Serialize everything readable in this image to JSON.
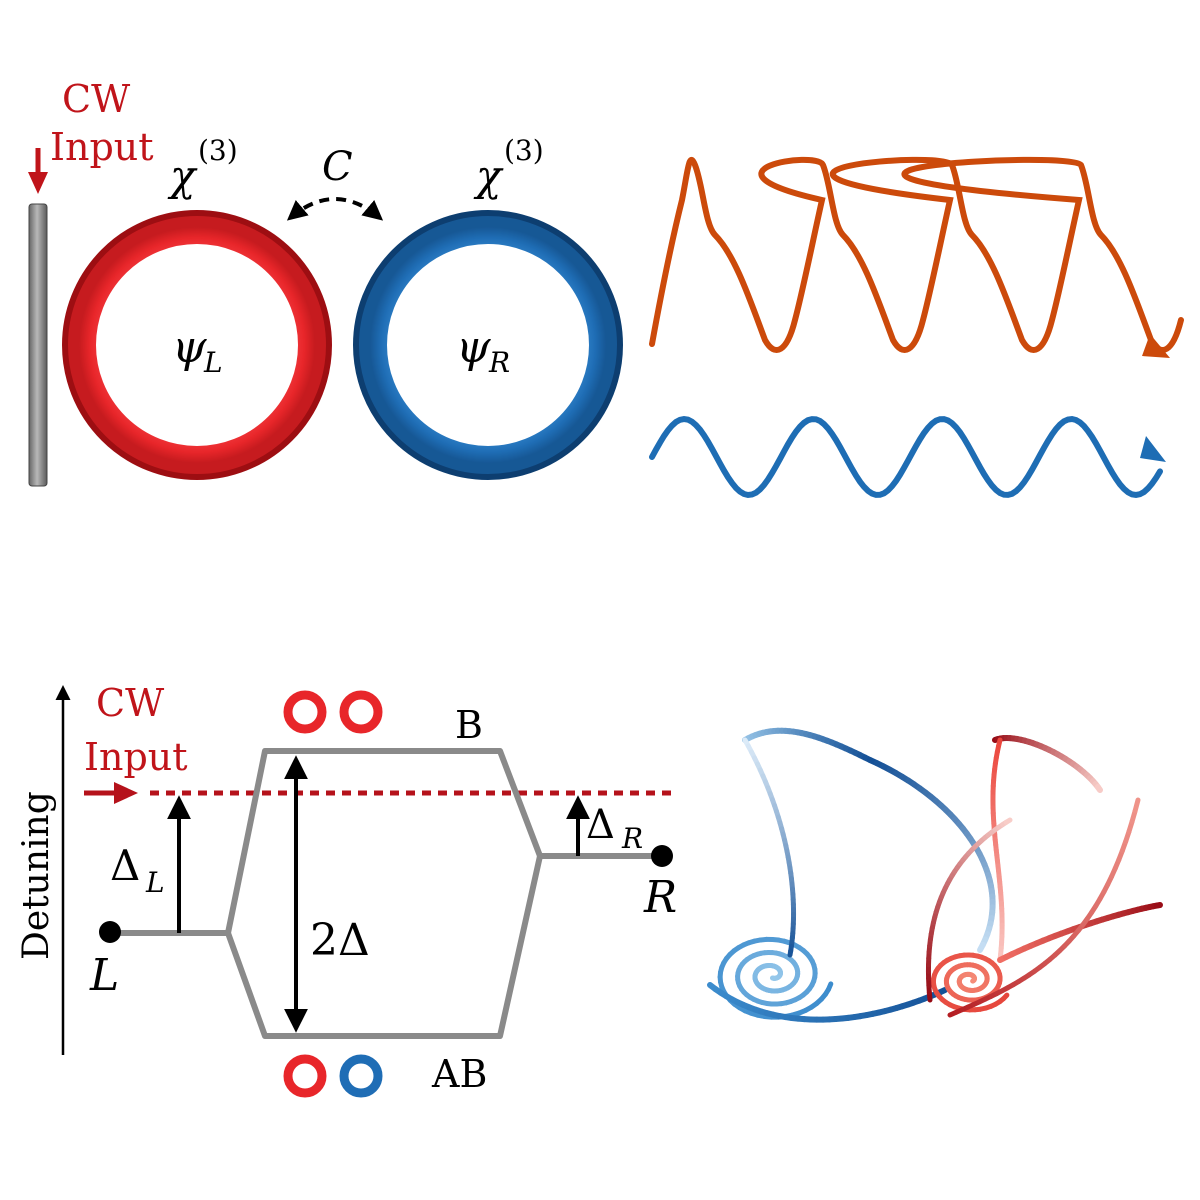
{
  "top_panel": {
    "input_label_line1": "CW",
    "input_label_line2": "Input",
    "chi_left_base": "χ",
    "chi_left_sup": "(3)",
    "chi_right_base": "χ",
    "chi_right_sup": "(3)",
    "coupling_label": "C",
    "psi_left_base": "ψ",
    "psi_left_sub": "L",
    "psi_right_base": "ψ",
    "psi_right_sub": "R",
    "ring_left_color": "#e8262a",
    "ring_right_color": "#1f6db5",
    "wave_top_color": "#cc4a0b",
    "wave_bottom_color": "#1e6db4"
  },
  "bottom_panel": {
    "axis_label": "Detuning",
    "input_label_line1": "CW",
    "input_label_line2": "Input",
    "level_b_label": "B",
    "level_ab_label": "AB",
    "delta_l_base": "Δ",
    "delta_l_sub": "L",
    "delta_r_base": "Δ",
    "delta_r_sub": "R",
    "two_delta_label": "2Δ",
    "point_l_label": "L",
    "point_r_label": "R",
    "input_color": "#b5121b",
    "level_color": "#8a8a8a"
  }
}
